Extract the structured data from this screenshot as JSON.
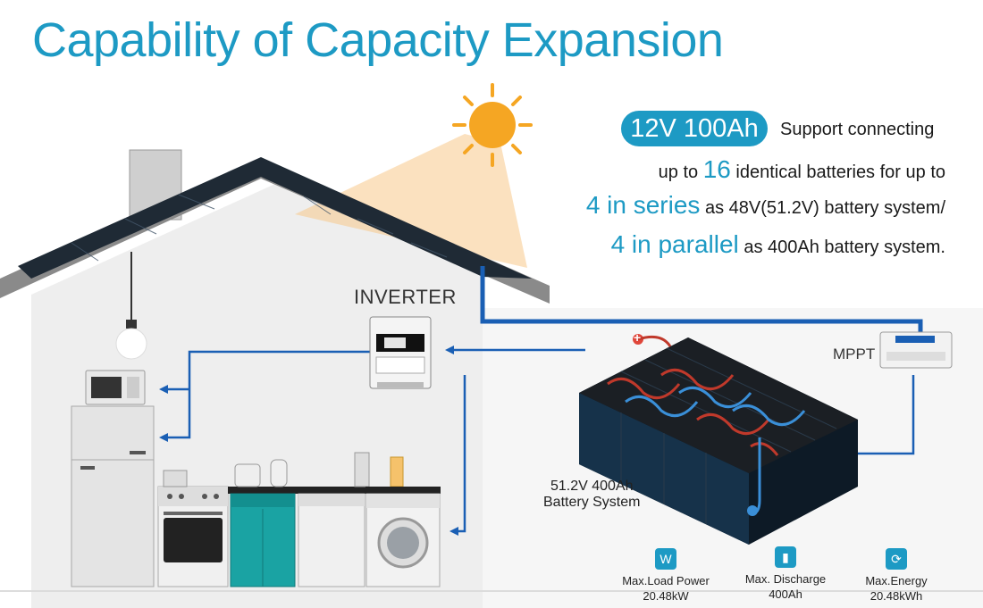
{
  "title": "Capability of Capacity Expansion",
  "spec_badge": "12V 100Ah",
  "description": {
    "line1": "Support connecting",
    "line2_pre": "up to ",
    "line2_num": "16",
    "line2_post": " identical batteries for up to",
    "line3_big": "4 in series",
    "line3_rest": " as 48V(51.2V) battery system/",
    "line4_big": "4 in parallel",
    "line4_rest": " as 400Ah battery system."
  },
  "labels": {
    "inverter": "INVERTER",
    "mppt": "MPPT",
    "battery_line1": "51.2V 400Ah",
    "battery_line2": "Battery System",
    "plus": "+"
  },
  "specs": [
    {
      "icon": "power-icon",
      "glyph": "W",
      "label": "Max.Load Power",
      "value": "20.48kW"
    },
    {
      "icon": "battery-icon",
      "glyph": "▮",
      "label": "Max. Discharge",
      "value": "400Ah"
    },
    {
      "icon": "energy-icon",
      "glyph": "⟳",
      "label": "Max.Energy",
      "value": "20.48kWh"
    }
  ],
  "colors": {
    "accent": "#1d9ac4",
    "wire": "#1a5fb4",
    "sun": "#f5a623"
  }
}
